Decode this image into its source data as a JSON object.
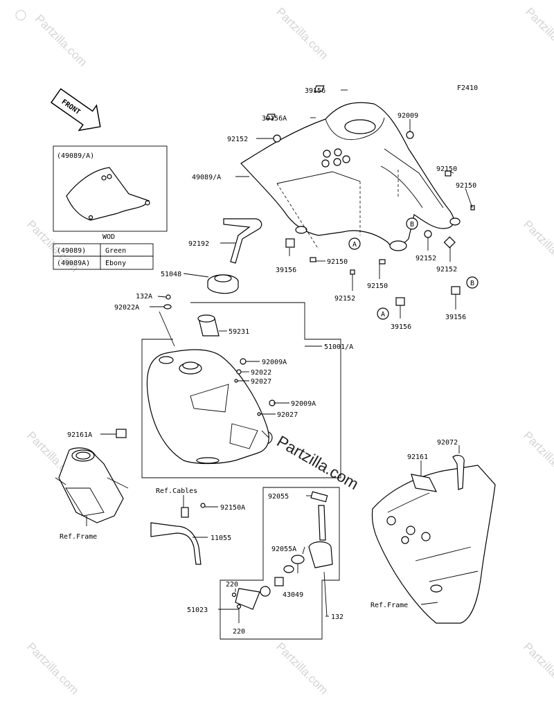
{
  "figure_code": "F2410",
  "front_label": "FRONT",
  "watermark": "Partzilla.com",
  "inset": {
    "header": "(49089/A)",
    "note": "WOD",
    "table": [
      {
        "part": "(49089)",
        "color": "Green"
      },
      {
        "part": "(49089A)",
        "color": "Ebony"
      }
    ]
  },
  "labels": {
    "l39156_top": "39156",
    "l39156A": "39156A",
    "l92152_a": "92152",
    "l92009": "92009",
    "l49089A": "49089/A",
    "l92150_r1": "92150",
    "l92150_r2": "92150",
    "l92192": "92192",
    "l39156_mid": "39156",
    "l92150_mid": "92150",
    "l92152_b": "92152",
    "l92152_c": "92152",
    "l92150_low": "92150",
    "l92152_d": "92152",
    "l51048": "51048",
    "l132A": "132A",
    "l92022A": "92022A",
    "l39156_low": "39156",
    "l39156_right": "39156",
    "l59231": "59231",
    "l51001A": "51001/A",
    "l92009A_1": "92009A",
    "l92022": "92022",
    "l92027_1": "92027",
    "l92009A_2": "92009A",
    "l92027_2": "92027",
    "l92161A": "92161A",
    "l92072": "92072",
    "l92161": "92161",
    "l_refcables": "Ref.Cables",
    "l92150A": "92150A",
    "l92055": "92055",
    "l_refframe_left": "Ref.Frame",
    "l11055": "11055",
    "l92055A": "92055A",
    "l43049": "43049",
    "l220_top": "220",
    "l51023": "51023",
    "l220_bot": "220",
    "l132": "132",
    "l_refframe_right": "Ref.Frame"
  },
  "refs": {
    "a": "A",
    "b": "B"
  }
}
